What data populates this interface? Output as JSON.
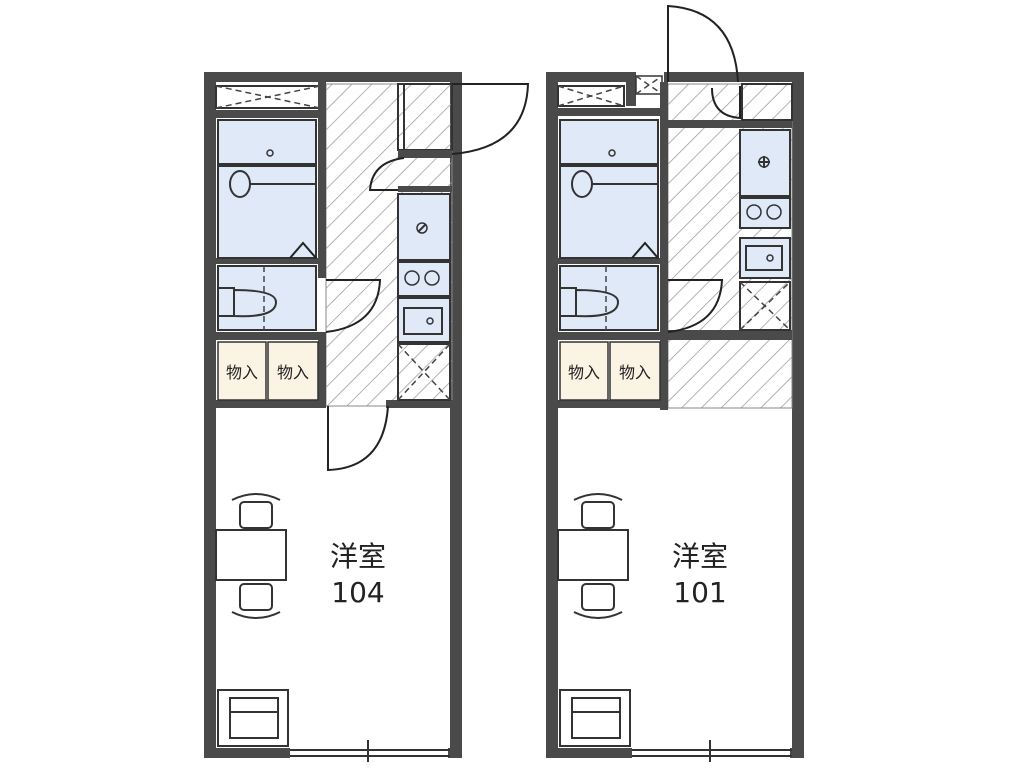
{
  "units": [
    {
      "room_type": "洋室",
      "room_number": "104",
      "storage_labels": [
        "物入",
        "物入"
      ]
    },
    {
      "room_type": "洋室",
      "room_number": "101",
      "storage_labels": [
        "物入",
        "物入"
      ]
    }
  ],
  "colors": {
    "wall": "#4a4a4a",
    "wet_area": "#dfe9f8",
    "storage": "#fbf3e4",
    "hatch": "#9a9a9a"
  },
  "icons": [
    "door-swing-icon",
    "toilet-icon",
    "bathtub-icon",
    "sink-icon",
    "stove-icon",
    "chair-icon",
    "table-icon",
    "bed-icon"
  ]
}
